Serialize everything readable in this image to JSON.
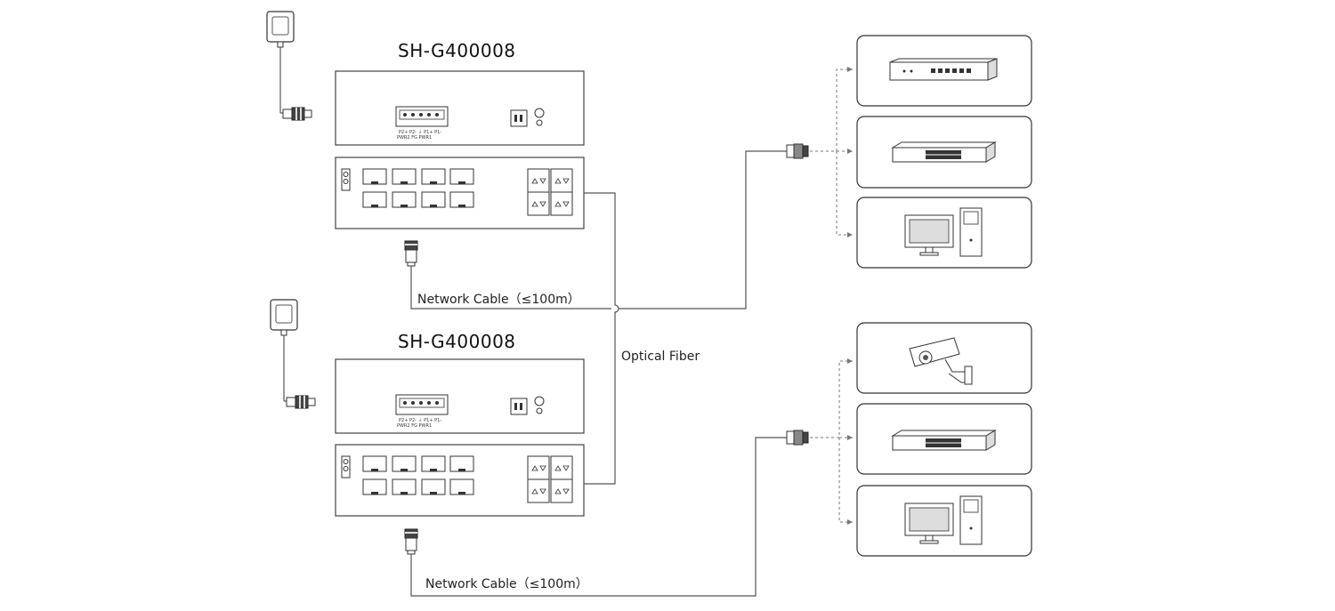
{
  "devices": [
    {
      "model": "SH-G400008",
      "cable_label": "Network Cable（≤100m）",
      "terminal_text": [
        "P2+ P2-",
        "PWR2",
        "FG",
        "P1+ P1-",
        "PWR1"
      ]
    },
    {
      "model": "SH-G400008",
      "cable_label": "Network Cable（≤100m）",
      "terminal_text": [
        "P2+ P2-",
        "PWR2",
        "FG",
        "P1+ P1-",
        "PWR1"
      ]
    }
  ],
  "fiber_label": "Optical Fiber",
  "endpoints_top": [
    {
      "icon": "router-icon"
    },
    {
      "icon": "network-switch-icon"
    },
    {
      "icon": "desktop-computer-icon"
    }
  ],
  "endpoints_bottom": [
    {
      "icon": "cctv-camera-icon"
    },
    {
      "icon": "network-switch-icon"
    },
    {
      "icon": "desktop-computer-icon"
    }
  ],
  "colors": {
    "line": "#555555",
    "box_border": "#333333",
    "dashed": "#777777"
  }
}
